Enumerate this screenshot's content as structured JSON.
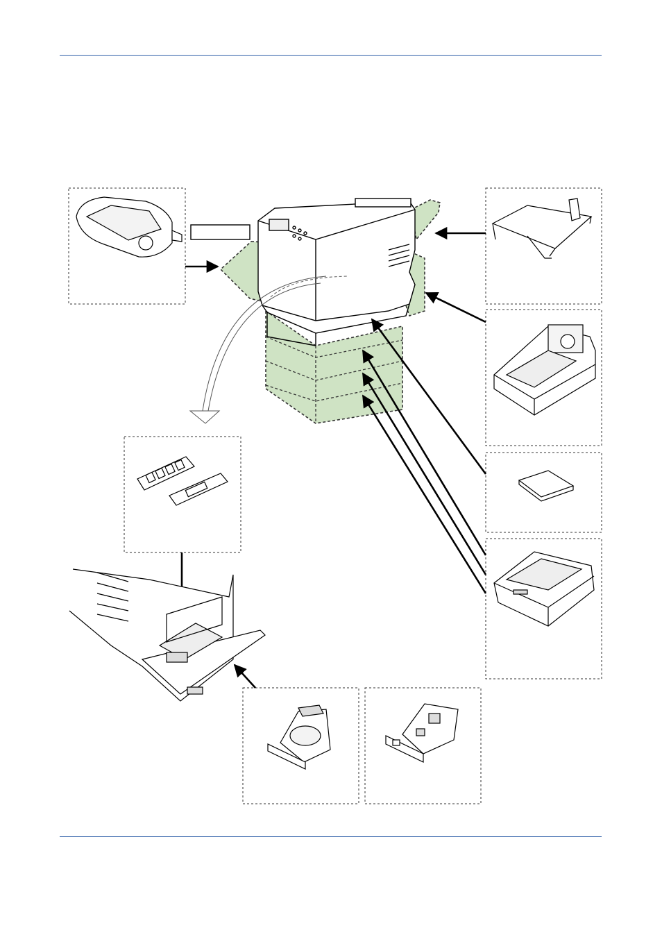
{
  "page": {
    "header_rule_color": "#2f5fa8",
    "footer_rule_color": "#2f5fa8"
  },
  "diagram": {
    "highlight_color": "#cfe3c4",
    "line_color": "#000000",
    "components": [
      {
        "id": "envelope-feeder",
        "icon": "envelope-feeder-icon"
      },
      {
        "id": "face-up-tray",
        "icon": "face-up-tray-icon"
      },
      {
        "id": "duplexer",
        "icon": "duplexer-icon"
      },
      {
        "id": "compactflash-card",
        "icon": "compactflash-card-icon"
      },
      {
        "id": "paper-feeder",
        "icon": "paper-feeder-icon"
      },
      {
        "id": "memory-modules",
        "icon": "memory-modules-icon"
      },
      {
        "id": "hard-disk",
        "icon": "hard-disk-icon"
      },
      {
        "id": "network-card",
        "icon": "network-card-icon"
      }
    ]
  }
}
